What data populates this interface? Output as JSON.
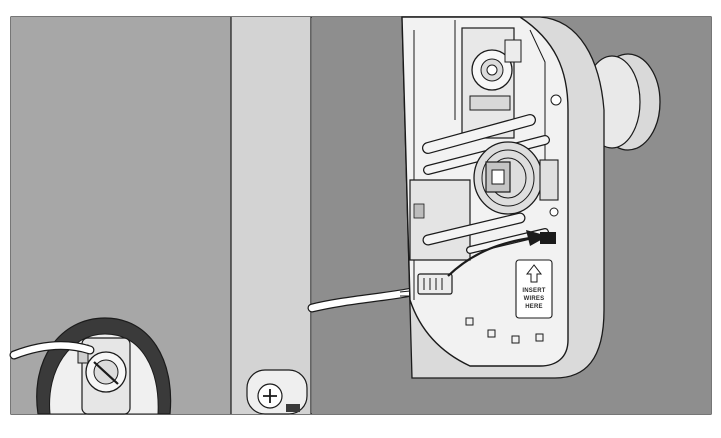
{
  "illustration": {
    "subject": "Electronic lock interior assembly - cable connector insertion step",
    "label_lines": [
      "INSERT",
      "WIRES",
      "HERE"
    ],
    "colors": {
      "background": "#ffffff",
      "door_face": "#a7a7a7",
      "door_edge": "#cdcdcd",
      "wall_panel": "#8e8e8e",
      "housing": "#f2f2f2",
      "outline": "#1b1b1b",
      "shadow_gray": "#c9c9c9"
    }
  }
}
